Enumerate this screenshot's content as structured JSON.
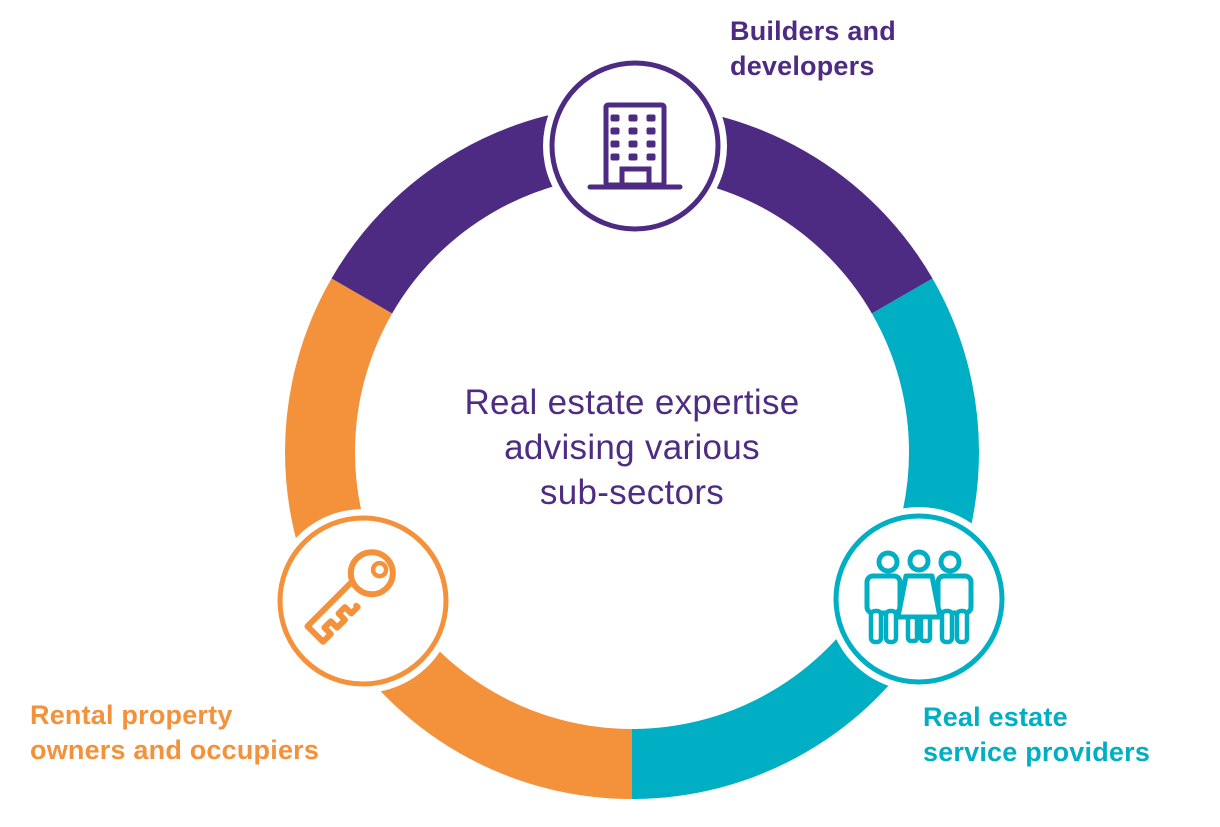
{
  "background_color": "#ffffff",
  "center_text": {
    "text": "Real estate expertise\nadvising various\nsub-sectors",
    "color": "#4F2C84"
  },
  "ring": {
    "type": "circular-cycle-diagram",
    "segment_count": 3
  },
  "segments": [
    {
      "name": "builders-and-developers",
      "label": "Builders and\ndevelopers",
      "color": "#4E2B82",
      "icon": "building-icon",
      "arc": {
        "start_angle": 30,
        "end_angle": 150
      }
    },
    {
      "name": "real-estate-service-providers",
      "label": "Real estate\nservice providers",
      "color": "#00AFC4",
      "icon": "people-icon",
      "arc": {
        "start_angle": -90,
        "end_angle": 30
      }
    },
    {
      "name": "rental-property-owners-and-occupiers",
      "label": "Rental property\nowners and occupiers",
      "color": "#F4913B",
      "icon": "key-icon",
      "arc": {
        "start_angle": 150,
        "end_angle": 270
      }
    }
  ]
}
